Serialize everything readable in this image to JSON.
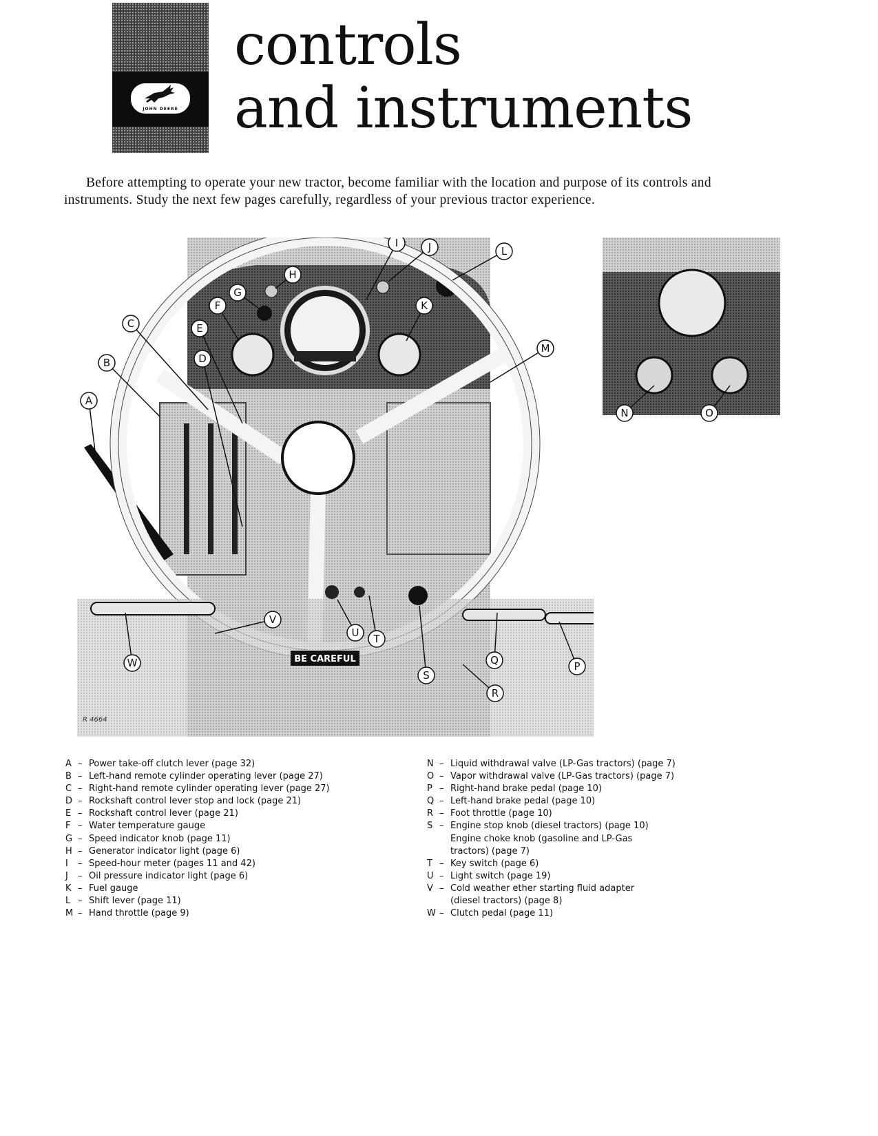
{
  "header": {
    "logo_text": "JOHN DEERE",
    "title_line1": "controls",
    "title_line2": "and instruments"
  },
  "intro": "Before attempting to operate your new tractor, become familiar with the location and purpose of its controls and instruments. Study the next few pages carefully, regardless of your previous tractor experience.",
  "figure": {
    "number": "R 4664",
    "main_photo_callouts": [
      "A",
      "B",
      "C",
      "D",
      "E",
      "F",
      "G",
      "H",
      "I",
      "J",
      "K",
      "L",
      "M",
      "P",
      "Q",
      "R",
      "S",
      "T",
      "U",
      "V",
      "W"
    ],
    "inset_photo_callouts": [
      "N",
      "O"
    ],
    "decal_text": "BE CAREFUL"
  },
  "legend_left": [
    {
      "key": "A",
      "text": "Power take-off clutch lever (page 32)"
    },
    {
      "key": "B",
      "text": "Left-hand remote cylinder operating lever (page 27)"
    },
    {
      "key": "C",
      "text": "Right-hand remote cylinder operating lever (page 27)"
    },
    {
      "key": "D",
      "text": "Rockshaft control lever stop and lock (page 21)"
    },
    {
      "key": "E",
      "text": "Rockshaft control lever (page 21)"
    },
    {
      "key": "F",
      "text": "Water temperature gauge"
    },
    {
      "key": "G",
      "text": "Speed indicator knob (page 11)"
    },
    {
      "key": "H",
      "text": "Generator indicator light (page 6)"
    },
    {
      "key": "I",
      "text": "Speed-hour meter (pages 11 and 42)"
    },
    {
      "key": "J",
      "text": "Oil pressure indicator light (page 6)"
    },
    {
      "key": "K",
      "text": "Fuel gauge"
    },
    {
      "key": "L",
      "text": "Shift lever (page 11)"
    },
    {
      "key": "M",
      "text": "Hand throttle (page 9)"
    }
  ],
  "legend_right": [
    {
      "key": "N",
      "text": "Liquid withdrawal valve (LP-Gas tractors) (page 7)"
    },
    {
      "key": "O",
      "text": "Vapor withdrawal valve (LP-Gas tractors) (page 7)"
    },
    {
      "key": "P",
      "text": "Right-hand brake pedal (page 10)"
    },
    {
      "key": "Q",
      "text": "Left-hand brake pedal (page 10)"
    },
    {
      "key": "R",
      "text": "Foot throttle (page 10)"
    },
    {
      "key": "S",
      "text": "Engine stop knob (diesel tractors) (page 10)\nEngine choke knob (gasoline and LP-Gas\n   tractors) (page 7)"
    },
    {
      "key": "T",
      "text": "Key switch (page 6)"
    },
    {
      "key": "U",
      "text": "Light switch (page 19)"
    },
    {
      "key": "V",
      "text": "Cold weather ether starting fluid adapter\n   (diesel tractors) (page 8)"
    },
    {
      "key": "W",
      "text": "Clutch pedal (page 11)"
    }
  ]
}
